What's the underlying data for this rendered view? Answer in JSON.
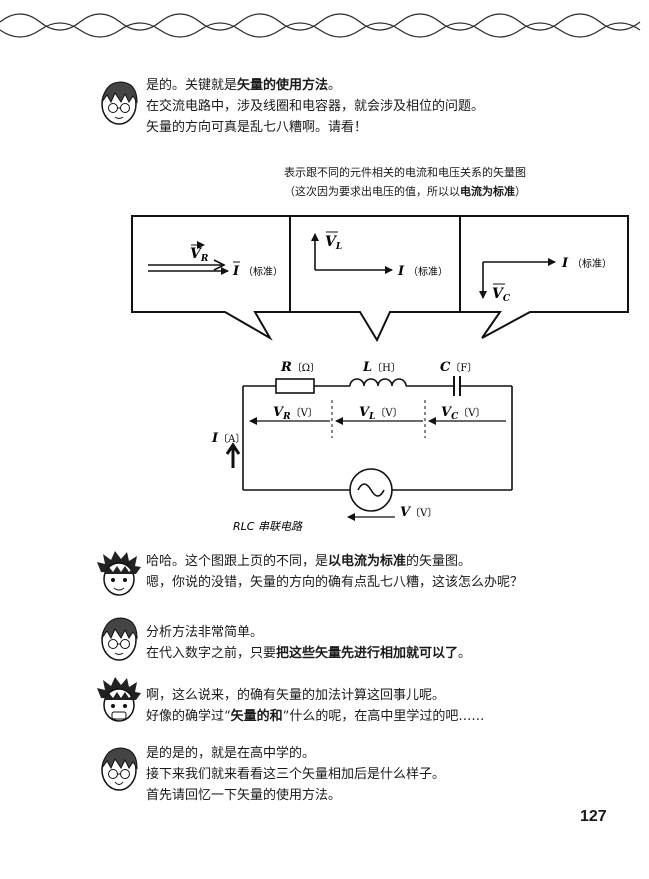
{
  "dialog1": {
    "line1_pre": "是的。关键就是",
    "line1_bold": "矢量的使用方法",
    "line1_post": "。",
    "line2": "在交流电路中，涉及线圈和电容器，就会涉及相位的问题。",
    "line3": "矢量的方向可真是乱七八糟啊。请看！"
  },
  "figure": {
    "caption_line1": "表示跟不同的元件相关的电流和电压关系的矢量图",
    "caption_line2_pre": "（这次因为要求出电压的值，所以以",
    "caption_line2_bold": "电流为标准",
    "caption_line2_post": "）",
    "panel_R": {
      "current_label": "I",
      "current_note": "（标准）",
      "voltage_label": "V",
      "voltage_sub": "R"
    },
    "panel_L": {
      "current_label": "I",
      "current_note": "（标准）",
      "voltage_label": "V",
      "voltage_sub": "L"
    },
    "panel_C": {
      "current_label": "I",
      "current_note": "（标准）",
      "voltage_label": "V",
      "voltage_sub": "C"
    },
    "circuit": {
      "R_label": "R",
      "R_unit": "〔Ω〕",
      "L_label": "L",
      "L_unit": "〔H〕",
      "C_label": "C",
      "C_unit": "〔F〕",
      "VR_label": "V",
      "VR_sub": "R",
      "VR_unit": "〔V〕",
      "VL_label": "V",
      "VL_sub": "L",
      "VL_unit": "〔V〕",
      "VC_label": "V",
      "VC_sub": "C",
      "VC_unit": "〔V〕",
      "I_label": "I",
      "I_unit": "〔A〕",
      "V_label": "V",
      "V_unit": "〔V〕",
      "title": "RLC 串联电路"
    }
  },
  "dialog2": {
    "line1_pre": "哈哈。这个图跟上页的不同，是",
    "line1_bold": "以电流为标准",
    "line1_post": "的矢量图。",
    "line2": "嗯，你说的没错，矢量的方向的确有点乱七八糟，这该怎么办呢？"
  },
  "dialog3": {
    "line1": "分析方法非常简单。",
    "line2_pre": "在代入数字之前，只要",
    "line2_bold": "把这些矢量先进行相加就可以了",
    "line2_post": "。"
  },
  "dialog4": {
    "line1": "啊，这么说来，的确有矢量的加法计算这回事儿呢。",
    "line2_pre": "好像的确学过“",
    "line2_bold": "矢量的和",
    "line2_post": "”什么的呢，在高中里学过的吧……"
  },
  "dialog5": {
    "line1": "是的是的，就是在高中学的。",
    "line2": "接下来我们就来看看这三个矢量相加后是什么样子。",
    "line3": "首先请回忆一下矢量的使用方法。"
  },
  "page_number": "127"
}
